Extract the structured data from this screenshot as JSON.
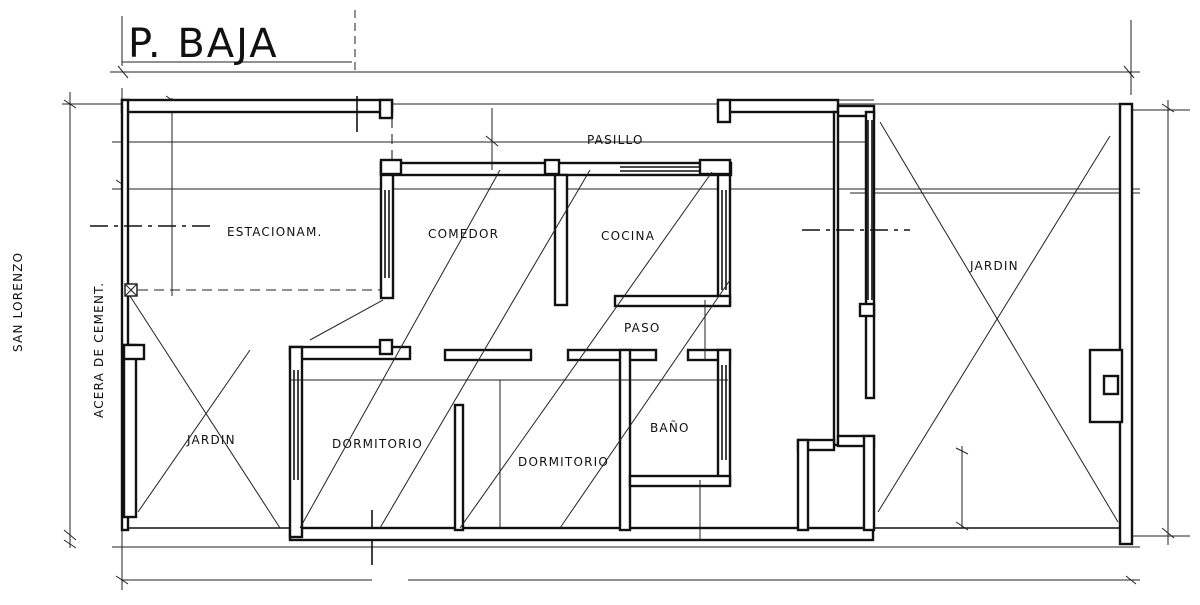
{
  "title": "P. BAJA",
  "street": "SAN LORENZO",
  "sidewalk": "ACERA DE CEMENT.",
  "rooms": {
    "pasillo": "PASILLO",
    "estacionam": "ESTACIONAM.",
    "comedor": "COMEDOR",
    "cocina": "COCINA",
    "paso": "PASO",
    "jardin_front": "JARDIN",
    "jardin_back": "JARDIN",
    "dormitorio_1": "DORMITORIO",
    "dormitorio_2": "DORMITORIO",
    "bano": "BAÑO"
  }
}
